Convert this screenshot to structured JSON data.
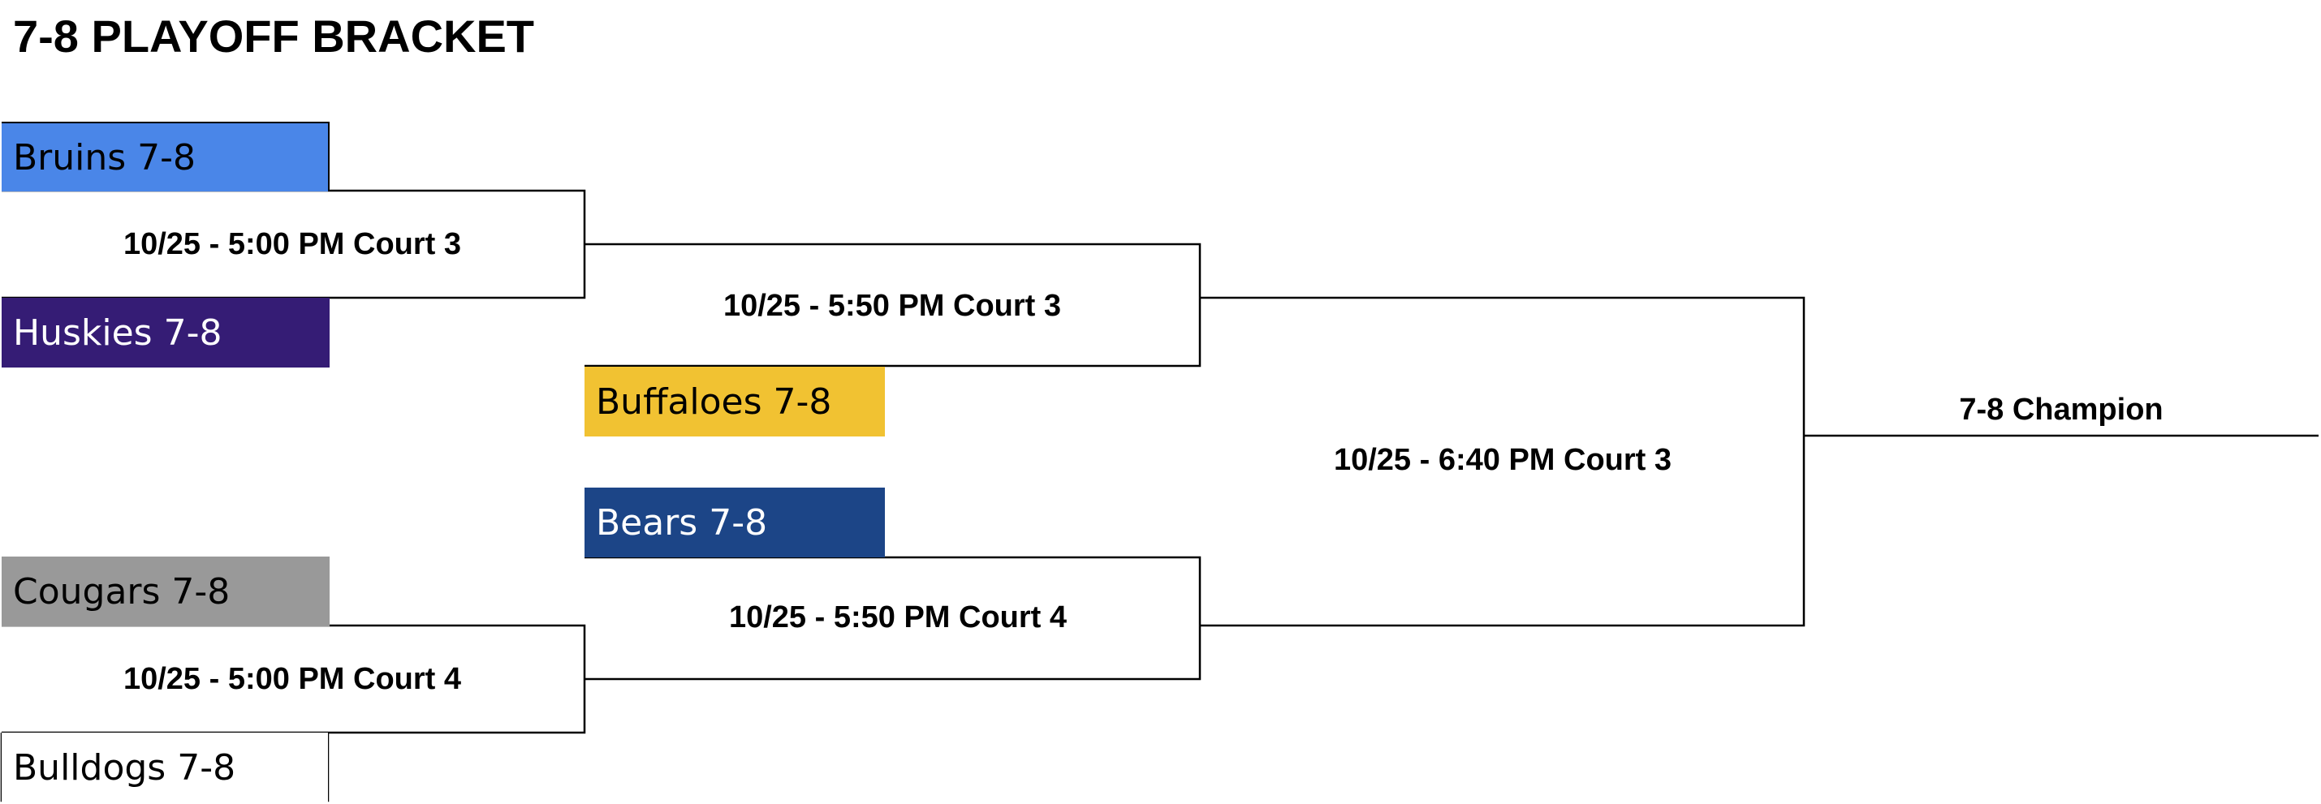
{
  "title": "7-8 PLAYOFF BRACKET",
  "teams": {
    "bruins": {
      "label": "Bruins 7-8",
      "bg": "#4a86e8",
      "fg": "#000000"
    },
    "huskies": {
      "label": "Huskies 7-8",
      "bg": "#351c75",
      "fg": "#ffffff"
    },
    "buffaloes": {
      "label": "Buffaloes 7-8",
      "bg": "#f1c232",
      "fg": "#000000"
    },
    "bears": {
      "label": "Bears 7-8",
      "bg": "#1c4587",
      "fg": "#ffffff"
    },
    "cougars": {
      "label": "Cougars 7-8",
      "bg": "#999999",
      "fg": "#000000"
    },
    "bulldogs": {
      "label": "Bulldogs 7-8",
      "bg": "#ffffff",
      "fg": "#000000"
    }
  },
  "games": {
    "round1_top": "10/25 - 5:00 PM Court 3",
    "round1_bottom": "10/25 - 5:00 PM Court 4",
    "round2_top": "10/25 - 5:50 PM Court 3",
    "round2_bottom": "10/25 - 5:50 PM Court 4",
    "final": "10/25 - 6:40 PM Court 3"
  },
  "champion": "7-8 Champion"
}
